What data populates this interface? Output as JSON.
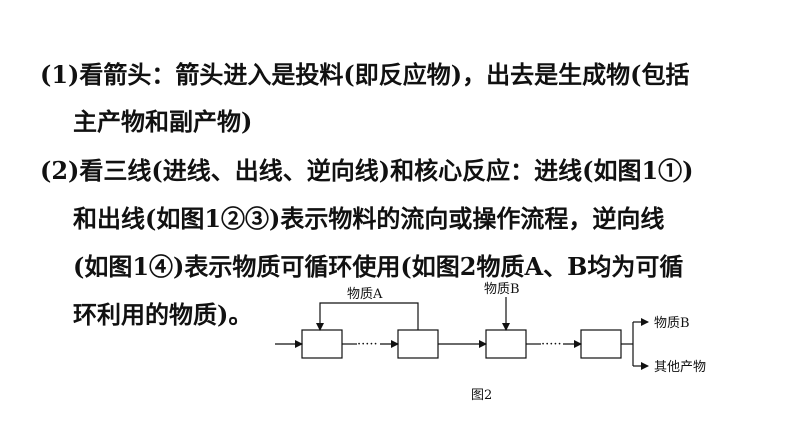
{
  "text": {
    "line1": "(1)看箭头：箭头进入是投料(即反应物)，出去是生成物(包括",
    "line2": "主产物和副产物)",
    "line3": "(2)看三线(进线、出线、逆向线)和核心反应：进线(如图1①)",
    "line4": "和出线(如图1②③)表示物料的流向或操作流程，逆向线",
    "line5": "(如图1④)表示物质可循环使用(如图2物质A、B均为可循",
    "line6": "环利用的物质)。"
  },
  "diagram": {
    "label_a": "物质A",
    "label_b_top": "物质B",
    "dots_1": "·····",
    "dots_2": "·····",
    "out_b": "物质B",
    "out_other": "其他产物",
    "caption": "图2"
  }
}
